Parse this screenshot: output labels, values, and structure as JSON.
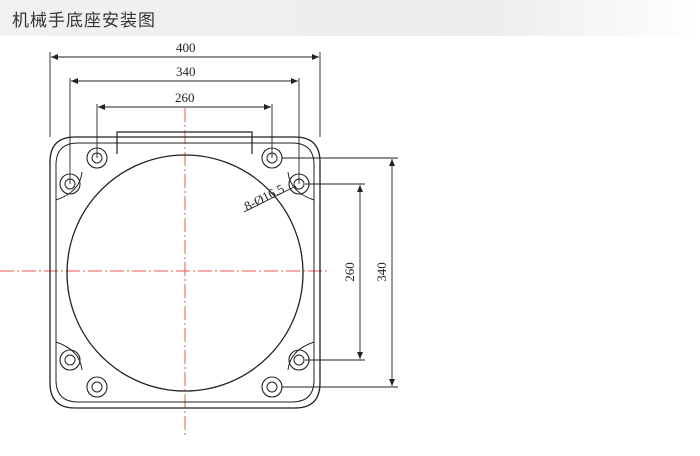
{
  "header": {
    "title": "机械手底座安装图"
  },
  "dimensions": {
    "overall_width": "400",
    "hole_span_outer": "340",
    "hole_span_inner": "260",
    "vertical_outer": "340",
    "vertical_inner": "260",
    "hole_callout": "8-Ø16.5"
  },
  "colors": {
    "line": "#222222",
    "centerline": "#e8584f",
    "title_bg": "#eeeeee"
  }
}
